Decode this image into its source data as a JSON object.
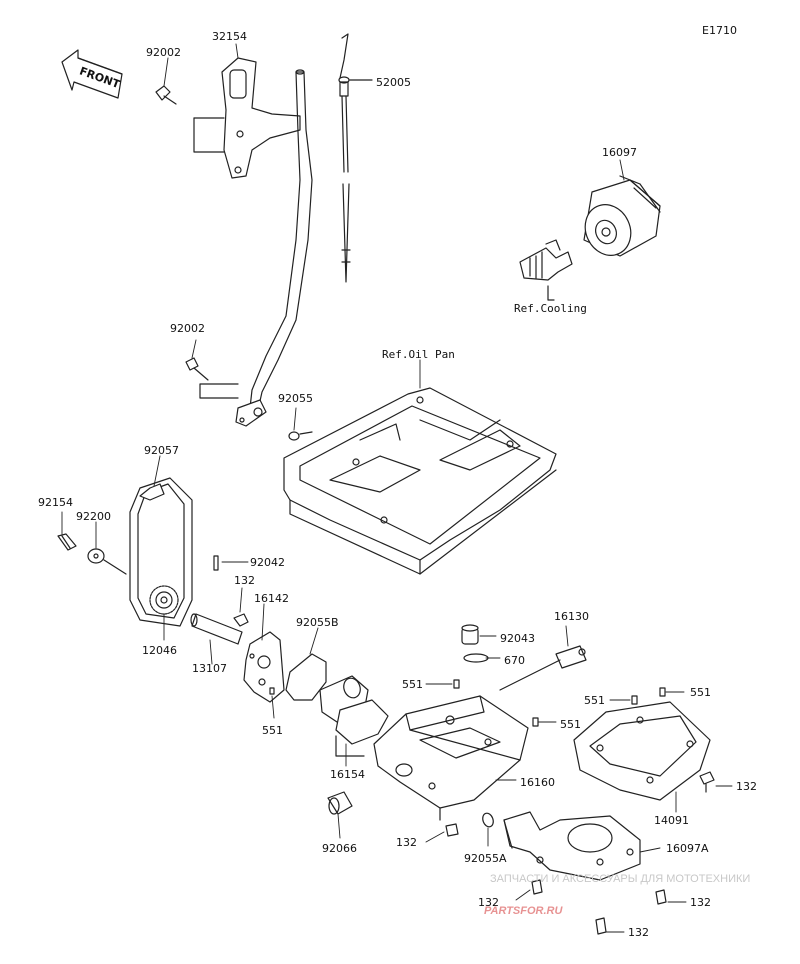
{
  "diagram": {
    "code": "E1710",
    "front_label": "FRONT",
    "refs": {
      "cooling": "Ref.Cooling",
      "oil_pan": "Ref.Oil Pan"
    },
    "parts": {
      "p32154": "32154",
      "p92002a": "92002",
      "p52005": "52005",
      "p16097": "16097",
      "p92002b": "92002",
      "p92055": "92055",
      "p92057": "92057",
      "p92154": "92154",
      "p92200": "92200",
      "p92042": "92042",
      "p132a": "132",
      "p16142": "16142",
      "p12046": "12046",
      "p13107": "13107",
      "p92055b": "92055B",
      "p551a": "551",
      "p16154": "16154",
      "p92066": "92066",
      "p16130": "16130",
      "p92043": "92043",
      "p670": "670",
      "p551b": "551",
      "p551c": "551",
      "p16160": "16160",
      "p551d": "551",
      "p551e": "551",
      "p132b": "132",
      "p14091": "14091",
      "p132c": "132",
      "p92055a": "92055A",
      "p16097a": "16097A",
      "p132d": "132",
      "p132e": "132",
      "p132f": "132"
    },
    "watermark": {
      "tagline": "ЗАПЧАСТИ И АКСЕССУАРЫ ДЛЯ МОТОТЕХНИКИ",
      "brand": "PARTSFOR.RU"
    },
    "colors": {
      "line": "#222222",
      "watermark": "#d43a3a",
      "watermark_text": "#c8c8c8"
    }
  }
}
